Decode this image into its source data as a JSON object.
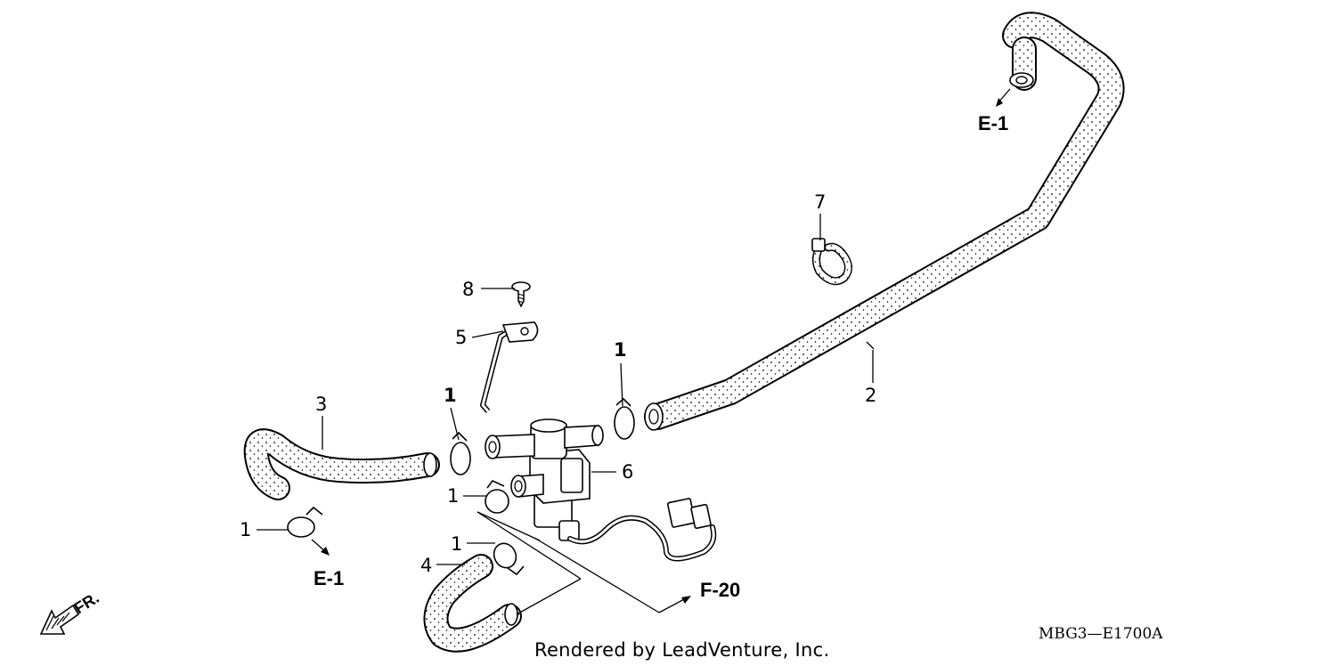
{
  "colors": {
    "line": "#000000",
    "background": "#ffffff",
    "hose_fill": "url(#dots)"
  },
  "callouts": {
    "clamp_a": "1",
    "clamp_b": "1",
    "clamp_c": "1",
    "clamp_d": "1",
    "clamp_e": "1",
    "hose_long": "2",
    "hose_left": "3",
    "hose_lower": "4",
    "stay": "5",
    "valve": "6",
    "hose_clip": "7",
    "screw": "8"
  },
  "refs": {
    "e1_top": "E-1",
    "e1_bottom": "E-1",
    "f20": "F-20"
  },
  "front_label": "FR.",
  "diagram_code": "MBG3—E1700A",
  "credit": "Rendered by LeadVenture, Inc."
}
